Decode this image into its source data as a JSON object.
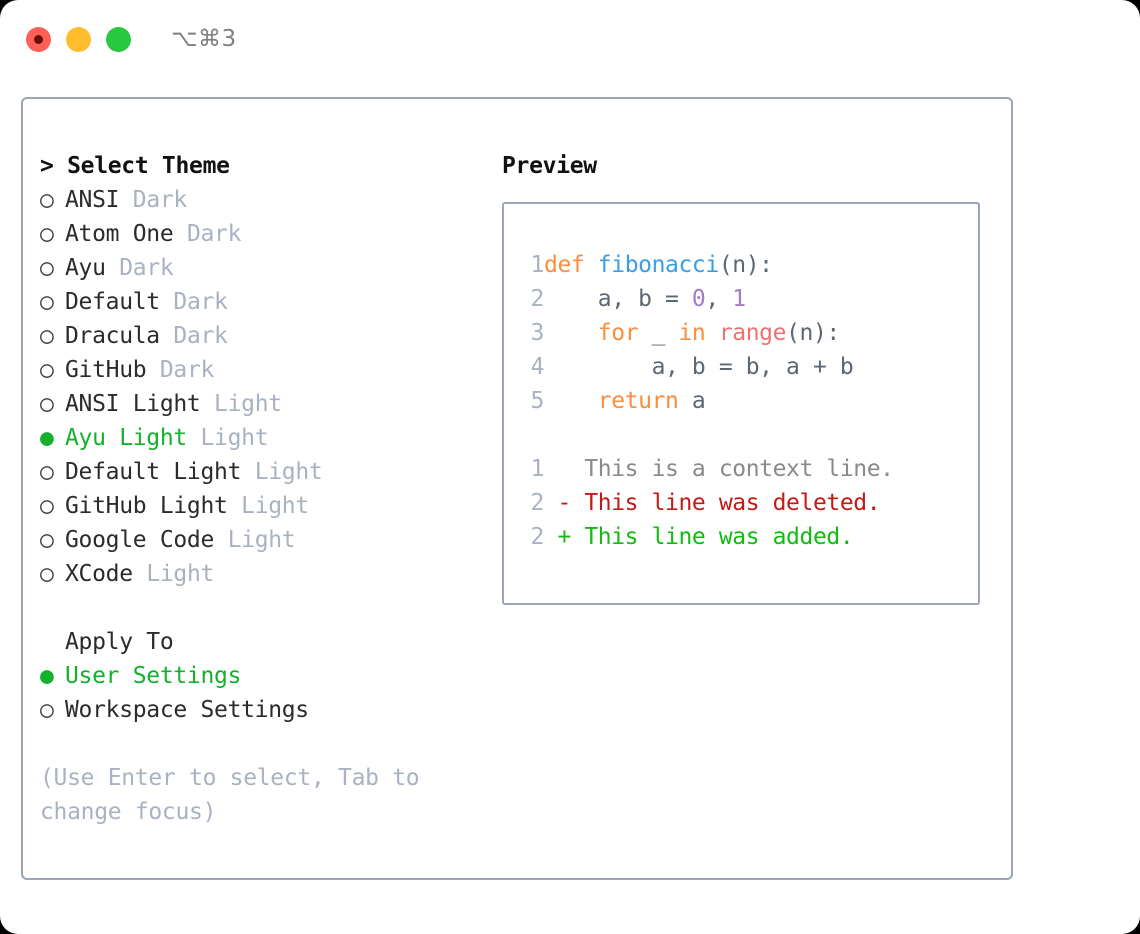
{
  "titlebar": {
    "shortcut": "⌥⌘3",
    "buttons": [
      {
        "name": "close",
        "color": "#ff5f57"
      },
      {
        "name": "minimize",
        "color": "#ffbd2e"
      },
      {
        "name": "maximize",
        "color": "#28c840"
      }
    ]
  },
  "theme_panel": {
    "title": "> Select Theme",
    "items": [
      {
        "marker": "○",
        "name": "ANSI",
        "variant": "Dark",
        "selected": false
      },
      {
        "marker": "○",
        "name": "Atom One",
        "variant": "Dark",
        "selected": false
      },
      {
        "marker": "○",
        "name": "Ayu",
        "variant": "Dark",
        "selected": false
      },
      {
        "marker": "○",
        "name": "Default",
        "variant": "Dark",
        "selected": false
      },
      {
        "marker": "○",
        "name": "Dracula",
        "variant": "Dark",
        "selected": false
      },
      {
        "marker": "○",
        "name": "GitHub",
        "variant": "Dark",
        "selected": false
      },
      {
        "marker": "○",
        "name": "ANSI Light",
        "variant": "Light",
        "selected": false
      },
      {
        "marker": "●",
        "name": "Ayu Light",
        "variant": "Light",
        "selected": true
      },
      {
        "marker": "○",
        "name": "Default Light",
        "variant": "Light",
        "selected": false
      },
      {
        "marker": "○",
        "name": "GitHub Light",
        "variant": "Light",
        "selected": false
      },
      {
        "marker": "○",
        "name": "Google Code",
        "variant": "Light",
        "selected": false
      },
      {
        "marker": "○",
        "name": "XCode",
        "variant": "Light",
        "selected": false
      }
    ]
  },
  "apply_to": {
    "title": "Apply To",
    "items": [
      {
        "marker": "●",
        "label": "User Settings",
        "selected": true
      },
      {
        "marker": "○",
        "label": "Workspace Settings",
        "selected": false
      }
    ]
  },
  "hint": "(Use Enter to select, Tab to change focus)",
  "preview": {
    "title": "Preview",
    "code_lines": [
      {
        "ln": "1",
        "tokens": [
          {
            "t": "def ",
            "c": "k-kw"
          },
          {
            "t": "fibonacci",
            "c": "k-fn"
          },
          {
            "t": "(n):",
            "c": "k-pl"
          }
        ]
      },
      {
        "ln": "2",
        "tokens": [
          {
            "t": "    a, b = ",
            "c": "k-pl"
          },
          {
            "t": "0",
            "c": "k-num"
          },
          {
            "t": ", ",
            "c": "k-pl"
          },
          {
            "t": "1",
            "c": "k-num"
          }
        ]
      },
      {
        "ln": "3",
        "tokens": [
          {
            "t": "    ",
            "c": "k-pl"
          },
          {
            "t": "for",
            "c": "k-kw"
          },
          {
            "t": " _ ",
            "c": "k-pl"
          },
          {
            "t": "in",
            "c": "k-kw"
          },
          {
            "t": " ",
            "c": "k-pl"
          },
          {
            "t": "range",
            "c": "k-call"
          },
          {
            "t": "(n):",
            "c": "k-pl"
          }
        ]
      },
      {
        "ln": "4",
        "tokens": [
          {
            "t": "        a, b = b, a + b",
            "c": "k-pl"
          }
        ]
      },
      {
        "ln": "5",
        "tokens": [
          {
            "t": "    ",
            "c": "k-pl"
          },
          {
            "t": "return",
            "c": "k-kw"
          },
          {
            "t": " a",
            "c": "k-pl"
          }
        ]
      }
    ],
    "diff_lines": [
      {
        "ln": "1",
        "tokens": [
          {
            "t": "   This is a context line.",
            "c": "k-ctx"
          }
        ]
      },
      {
        "ln": "2",
        "tokens": [
          {
            "t": " - This line was deleted.",
            "c": "k-del"
          }
        ]
      },
      {
        "ln": "2",
        "tokens": [
          {
            "t": " + This line was added.",
            "c": "k-add"
          }
        ]
      }
    ]
  }
}
